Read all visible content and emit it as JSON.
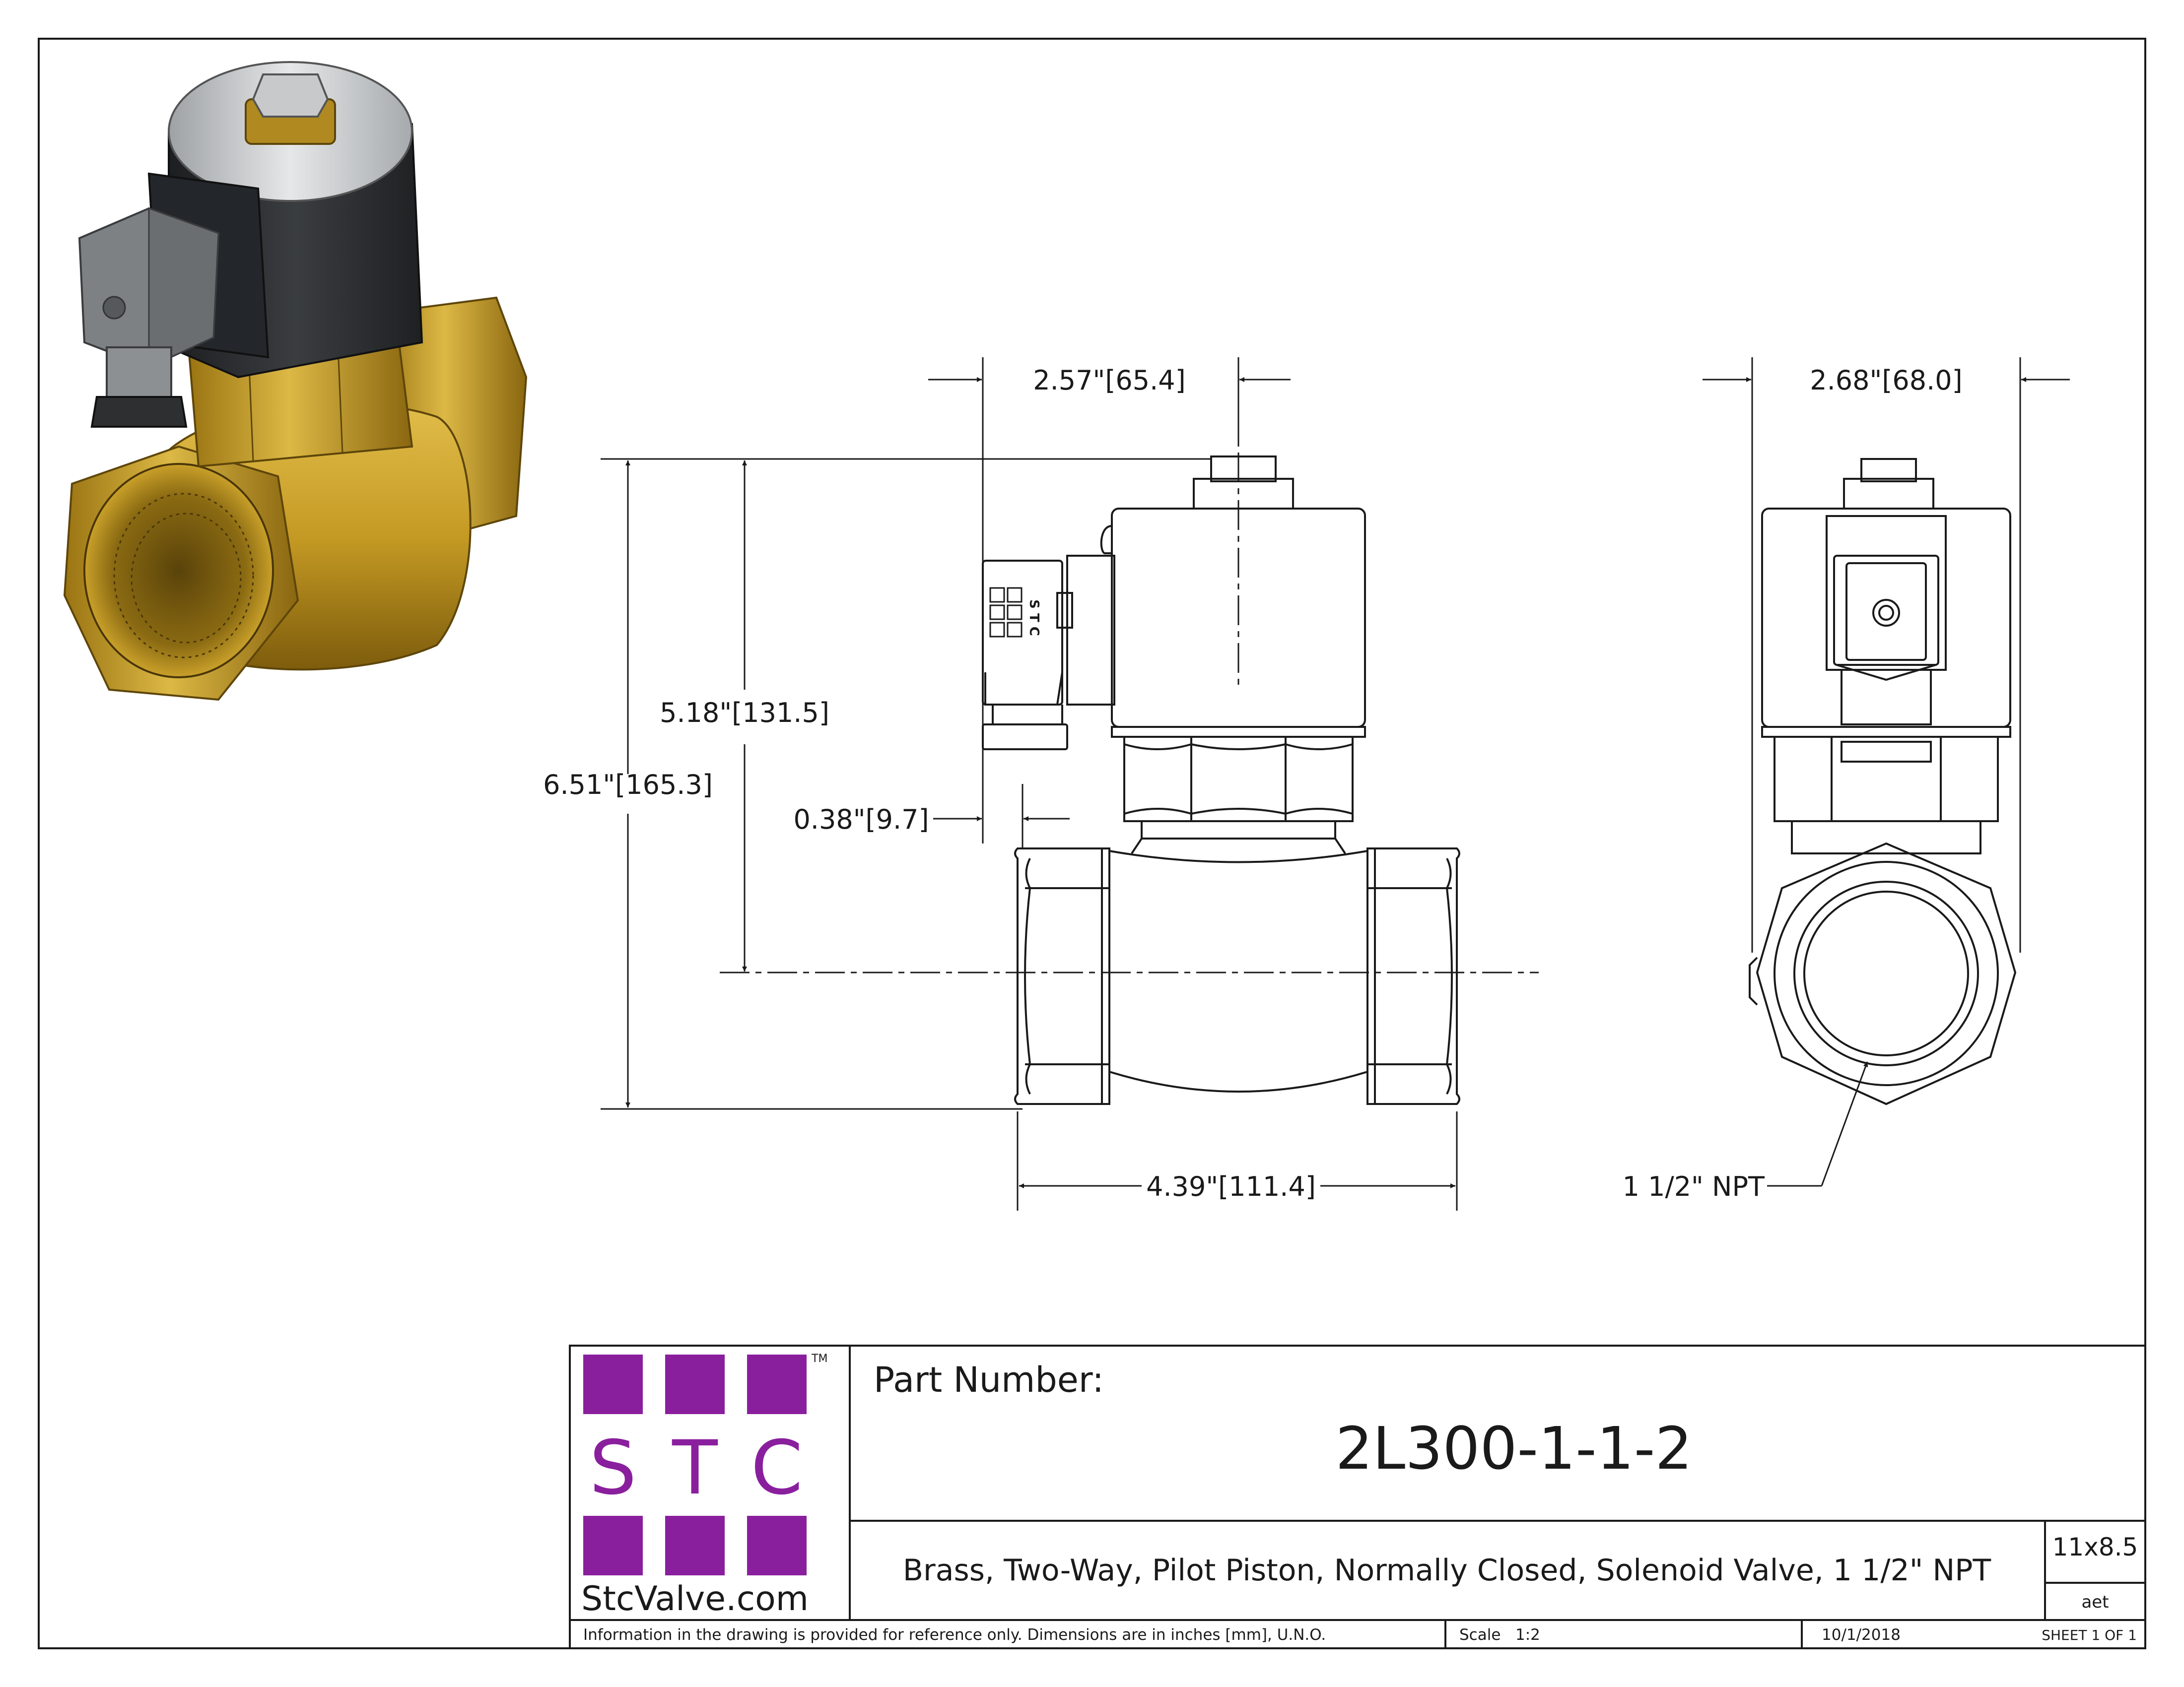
{
  "dimensions": {
    "d_coil_offset": "2.57\"[65.4]",
    "d_width_side": "2.68\"[68.0]",
    "d_height_total": "6.51\"[165.3]",
    "d_height_center": "5.18\"[131.5]",
    "d_connector_offset": "0.38\"[9.7]",
    "d_body_length": "4.39\"[111.4]",
    "d_port_callout": "1 1/2\" NPT"
  },
  "connector_marking": "S T C",
  "title_block": {
    "logo_letters": [
      "S",
      "T",
      "C"
    ],
    "logo_tm": "TM",
    "logo_site": "StcValve.com",
    "part_number_label": "Part Number:",
    "part_number": "2L300-1-1-2",
    "description": "Brass, Two-Way, Pilot Piston, Normally Closed, Solenoid Valve, 1 1/2\" NPT",
    "size": "11x8.5",
    "drawn_by": "aet",
    "disclaimer": "Information in the drawing is provided for reference only. Dimensions are in inches [mm], U.N.O.",
    "scale": "Scale   1:2",
    "date": "10/1/2018",
    "sheet": "SHEET 1 OF 1"
  },
  "colors": {
    "brass": "#c9a02a",
    "brass_dark": "#8a6a12",
    "coil": "#2b2d2f",
    "connector": "#7d8184",
    "logo": "#8a1f9e",
    "line": "#1a1a1a"
  }
}
